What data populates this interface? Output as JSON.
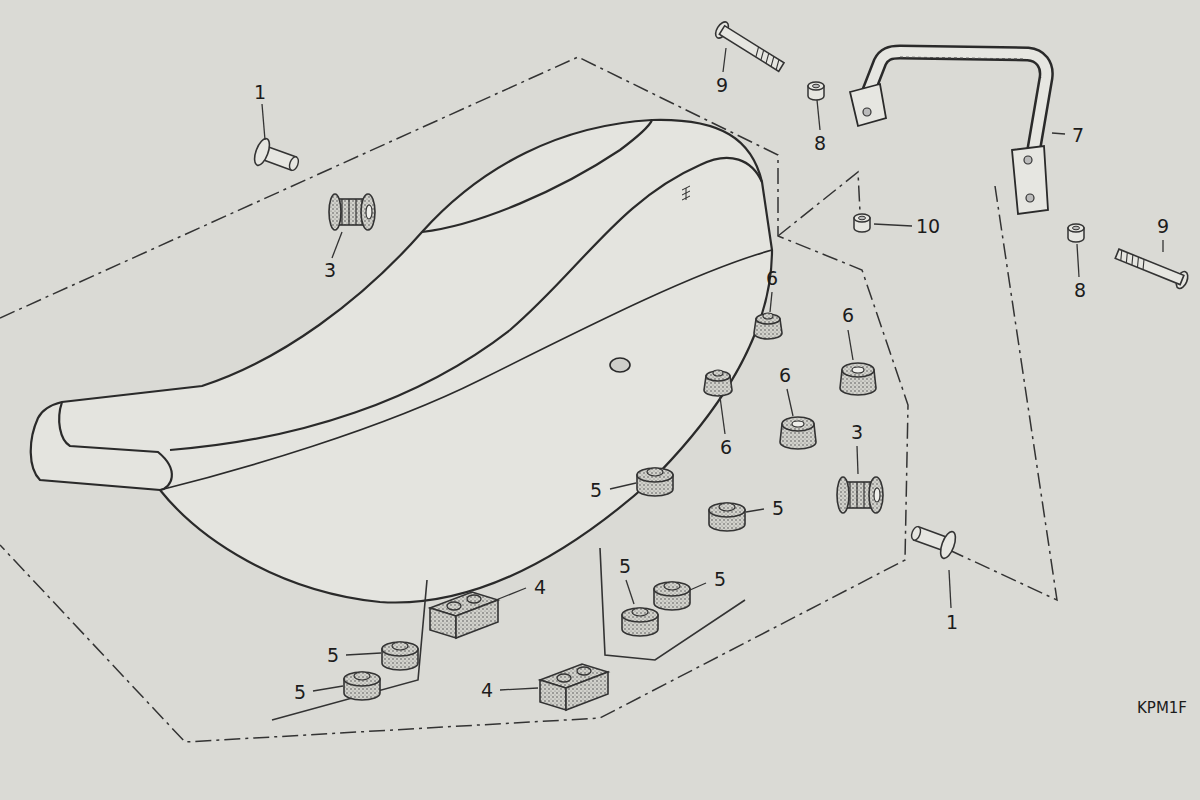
{
  "diagram": {
    "labels": [
      "1",
      "3",
      "9",
      "8",
      "7",
      "10",
      "9",
      "8",
      "6",
      "6",
      "6",
      "6",
      "3",
      "5",
      "5",
      "4",
      "5",
      "5",
      "5",
      "5",
      "4",
      "1",
      "KPM1F"
    ]
  }
}
